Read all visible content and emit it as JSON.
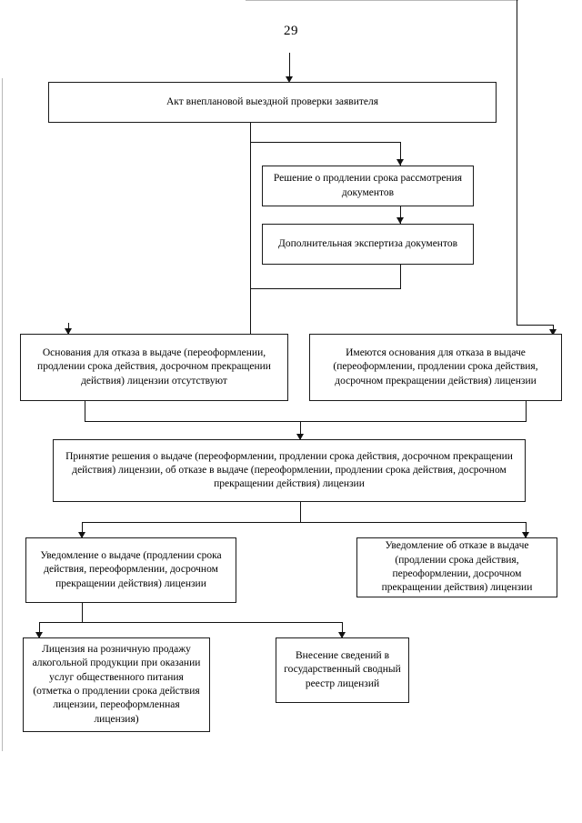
{
  "document": {
    "page_number": "29",
    "type": "flowchart",
    "language": "ru"
  },
  "nodes": [
    {
      "id": "act",
      "label": "Акт внеплановой выездной проверки заявителя"
    },
    {
      "id": "decision-extend",
      "label": "Решение о продлении срока рассмотрения документов"
    },
    {
      "id": "additional-expertise",
      "label": "Дополнительная экспертиза документов"
    },
    {
      "id": "no-grounds-refusal",
      "label": "Основания для отказа в выдаче (переоформлении, продлении срока действия, досрочном прекращении действия) лицензии отсутствуют"
    },
    {
      "id": "has-grounds-refusal",
      "label": "Имеются основания для отказа в выдаче (переоформлении, продлении срока действия, досрочном прекращении действия) лицензии"
    },
    {
      "id": "decision-issue",
      "label": "Принятие решения о выдаче (переоформлении, продлении срока действия, досрочном прекращении действия) лицензии, об отказе в выдаче (переоформлении, продлении срока действия, досрочном прекращении действия) лицензии"
    },
    {
      "id": "notice-issue",
      "label": "Уведомление о выдаче (продлении срока действия, переоформлении, досрочном прекращении действия) лицензии"
    },
    {
      "id": "notice-refusal",
      "label": "Уведомление об отказе в выдаче (продлении срока действия, переоформлении, досрочном прекращении действия) лицензии"
    },
    {
      "id": "license-retail",
      "label": "Лицензия на розничную продажу алкогольной продукции при оказании услуг общественного питания (отметка о продлении срока действия лицензии, переоформленная лицензия)"
    },
    {
      "id": "registry-entry",
      "label": "Внесение сведений в государственный сводный реестр лицензий"
    }
  ],
  "colors": {
    "stroke": "#1a1a1a",
    "background": "#ffffff",
    "scan_edge": "#b9b9b9"
  }
}
